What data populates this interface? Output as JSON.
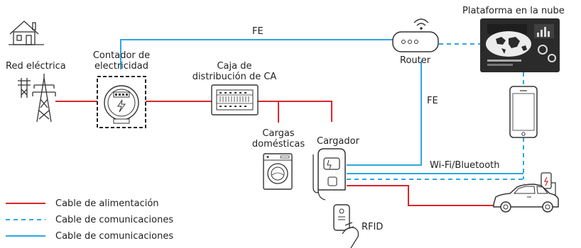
{
  "labels": {
    "cloud": "Plataforma en la nube",
    "fe_top": "FE",
    "fe_right": "FE",
    "router": "Router",
    "grid": "Red eléctrica",
    "meter_line1": "Contador de",
    "meter_line2": "electricidad",
    "ac_box_line1": "Caja de",
    "ac_box_line2": "distribución de CA",
    "loads_line1": "Cargas",
    "loads_line2": "domésticas",
    "charger": "Cargador",
    "wifi_bt": "Wi-Fi/Bluetooth",
    "rfid": "RFID"
  },
  "legend": [
    {
      "label": "Cable de alimentación",
      "style": "solid",
      "color": "#d9262c"
    },
    {
      "label": "Cable de comunicaciones",
      "style": "dashed",
      "color": "#2ea7e0"
    },
    {
      "label": "Cable de comunicaciones",
      "style": "solid",
      "color": "#2ea7e0"
    }
  ],
  "colors": {
    "power": "#d9262c",
    "comm": "#2ea7e0",
    "device": "#333333"
  },
  "icons": [
    "house-icon",
    "power-tower-icon",
    "meter-icon",
    "distribution-box-icon",
    "washing-machine-icon",
    "charger-icon",
    "router-icon",
    "cloud-dashboard-icon",
    "smartphone-icon",
    "car-icon",
    "ev-charging-socket-icon",
    "rfid-card-icon"
  ]
}
